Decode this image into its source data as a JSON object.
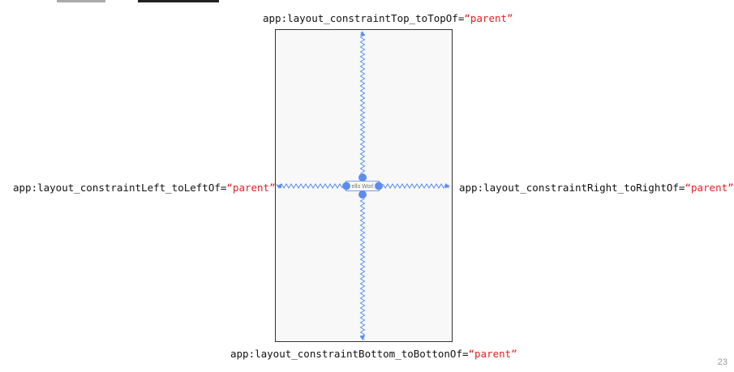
{
  "slide": {
    "page_number": "23"
  },
  "constraints": {
    "top": {
      "attr": "app:layout_constraintTop_toTopOf=",
      "value": "“parent”"
    },
    "left": {
      "attr": "app:layout_constraintLeft_toLeftOf=",
      "value": "“parent”"
    },
    "right": {
      "attr": "app:layout_constraintRight_toRightOf=",
      "value": "“parent”"
    },
    "bottom": {
      "attr": "app:layout_constraintBottom_toBottonOf=",
      "value": "“parent”"
    }
  },
  "widget": {
    "text": "ello Worl"
  },
  "colors": {
    "constraint": "#5b8def",
    "value": "#d22222"
  }
}
